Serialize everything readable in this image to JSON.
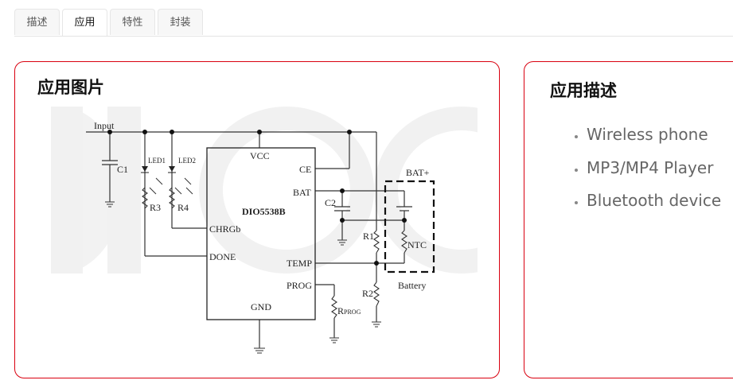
{
  "tabs": [
    {
      "label": "描述",
      "active": false
    },
    {
      "label": "应用",
      "active": true
    },
    {
      "label": "特性",
      "active": false
    },
    {
      "label": "封装",
      "active": false
    }
  ],
  "app_image_card": {
    "title": "应用图片",
    "schematic": {
      "chip": "DIO5538B",
      "pins": {
        "vcc": "VCC",
        "ce": "CE",
        "bat": "BAT",
        "chrgb": "CHRGb",
        "done": "DONE",
        "temp": "TEMP",
        "prog": "PROG",
        "gnd": "GND"
      },
      "labels": {
        "input": "Input",
        "c1": "C1",
        "c2": "C2",
        "led1": "LED1",
        "led2": "LED2",
        "r1": "R1",
        "r2": "R2",
        "r3": "R3",
        "r4": "R4",
        "rprog": "R",
        "rprog_sub": "PROG",
        "ntc": "NTC",
        "bat_plus": "BAT+",
        "battery": "Battery"
      }
    }
  },
  "app_desc_card": {
    "title": "应用描述",
    "items": [
      "Wireless phone",
      "MP3/MP4 Player",
      "Bluetooth device"
    ]
  },
  "colors": {
    "accent": "#d9000f",
    "watermark": "#f1f1f1"
  }
}
